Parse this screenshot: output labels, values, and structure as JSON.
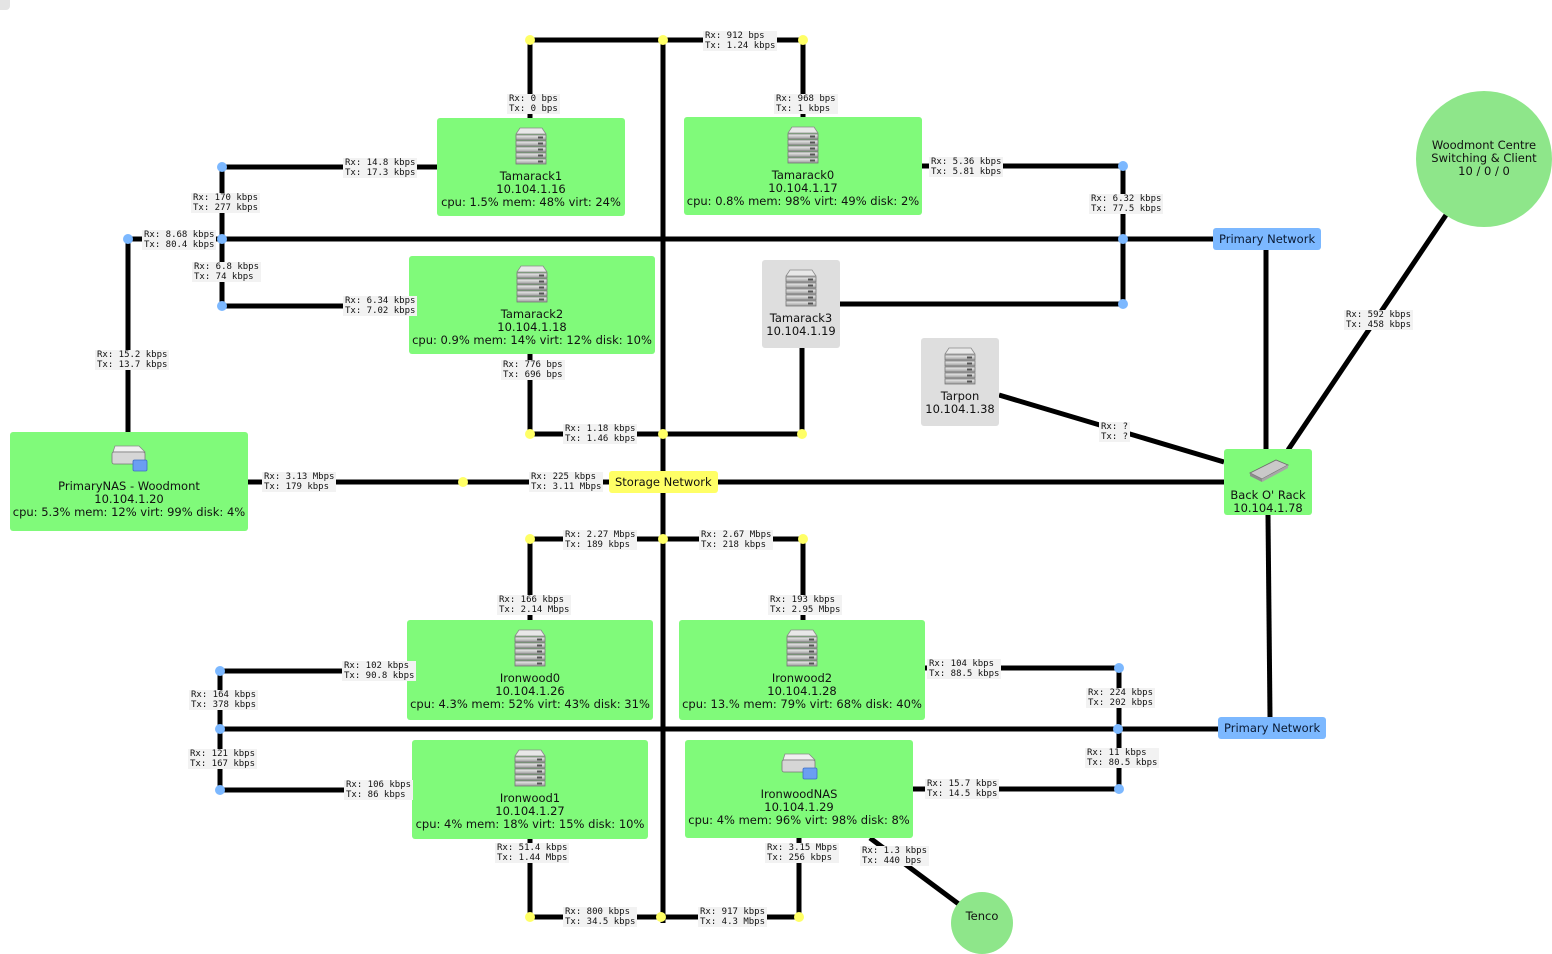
{
  "nodes": [
    {
      "id": "tamarack1",
      "name": "Tamarack1",
      "ip": "10.104.1.16",
      "stats": "cpu: 1.5% mem: 48% virt: 24%",
      "icon": "server-icon",
      "status": "up"
    },
    {
      "id": "tamarack0",
      "name": "Tamarack0",
      "ip": "10.104.1.17",
      "stats": "cpu: 0.8% mem: 98% virt: 49% disk: 2%",
      "icon": "server-icon",
      "status": "up"
    },
    {
      "id": "tamarack2",
      "name": "Tamarack2",
      "ip": "10.104.1.18",
      "stats": "cpu: 0.9% mem: 14% virt: 12% disk: 10%",
      "icon": "server-icon",
      "status": "up"
    },
    {
      "id": "tamarack3",
      "name": "Tamarack3",
      "ip": "10.104.1.19",
      "stats": "",
      "icon": "server-icon",
      "status": "unknown"
    },
    {
      "id": "tarpon",
      "name": "Tarpon",
      "ip": "10.104.1.38",
      "stats": "",
      "icon": "server-icon",
      "status": "unknown"
    },
    {
      "id": "primarynas",
      "name": "PrimaryNAS - Woodmont",
      "ip": "10.104.1.20",
      "stats": "cpu: 5.3% mem: 12% virt: 99% disk: 4%",
      "icon": "nas-icon",
      "status": "up"
    },
    {
      "id": "backorack",
      "name": "Back O' Rack",
      "ip": "10.104.1.78",
      "stats": "",
      "icon": "switch-icon",
      "status": "up"
    },
    {
      "id": "ironwood0",
      "name": "Ironwood0",
      "ip": "10.104.1.26",
      "stats": "cpu: 4.3% mem: 52% virt: 43% disk: 31%",
      "icon": "server-icon",
      "status": "up"
    },
    {
      "id": "ironwood2",
      "name": "Ironwood2",
      "ip": "10.104.1.28",
      "stats": "cpu: 13.% mem: 79% virt: 68% disk: 40%",
      "icon": "server-icon",
      "status": "up"
    },
    {
      "id": "ironwood1",
      "name": "Ironwood1",
      "ip": "10.104.1.27",
      "stats": "cpu: 4% mem: 18% virt: 15% disk: 10%",
      "icon": "server-icon",
      "status": "up"
    },
    {
      "id": "ironwoodnas",
      "name": "IronwoodNAS",
      "ip": "10.104.1.29",
      "stats": "cpu: 4% mem: 96% virt: 98% disk: 8%",
      "icon": "nas-icon",
      "status": "up"
    }
  ],
  "networks": [
    {
      "id": "primary-top",
      "label": "Primary Network",
      "kind": "primary"
    },
    {
      "id": "storage",
      "label": "Storage Network",
      "kind": "storage"
    },
    {
      "id": "primary-bottom",
      "label": "Primary Network",
      "kind": "primary"
    }
  ],
  "groups": [
    {
      "id": "woodmont",
      "lines": [
        "Woodmont Centre",
        "Switching & Client",
        "10 / 0 / 0"
      ]
    },
    {
      "id": "tenco",
      "lines": [
        "Tenco"
      ]
    }
  ],
  "link_labels": [
    {
      "id": "l01",
      "rx": "Rx: 912 bps",
      "tx": "Tx: 1.24 kbps"
    },
    {
      "id": "l02",
      "rx": "Rx: 0 bps",
      "tx": "Tx: 0 bps"
    },
    {
      "id": "l03",
      "rx": "Rx: 968 bps",
      "tx": "Tx: 1 kbps"
    },
    {
      "id": "l04",
      "rx": "Rx: 14.8 kbps",
      "tx": "Tx: 17.3 kbps"
    },
    {
      "id": "l05",
      "rx": "Rx: 5.36 kbps",
      "tx": "Tx: 5.81 kbps"
    },
    {
      "id": "l06",
      "rx": "Rx: 170 kbps",
      "tx": "Tx: 277 kbps"
    },
    {
      "id": "l07",
      "rx": "Rx: 6.32 kbps",
      "tx": "Tx: 77.5 kbps"
    },
    {
      "id": "l08",
      "rx": "Rx: 8.68 kbps",
      "tx": "Tx: 80.4 kbps"
    },
    {
      "id": "l09",
      "rx": "Rx: 6.8 kbps",
      "tx": "Tx: 74 kbps"
    },
    {
      "id": "l10",
      "rx": "Rx: 6.34 kbps",
      "tx": "Tx: 7.02 kbps"
    },
    {
      "id": "l11",
      "rx": "Rx: 592 kbps",
      "tx": "Tx: 458 kbps"
    },
    {
      "id": "l12",
      "rx": "Rx: 15.2 kbps",
      "tx": "Tx: 13.7 kbps"
    },
    {
      "id": "l13",
      "rx": "Rx: 776 bps",
      "tx": "Tx: 696 bps"
    },
    {
      "id": "l14",
      "rx": "Rx: ?",
      "tx": "Tx: ?"
    },
    {
      "id": "l15",
      "rx": "Rx: 1.18 kbps",
      "tx": "Tx: 1.46 kbps"
    },
    {
      "id": "l16",
      "rx": "Rx: 3.13 Mbps",
      "tx": "Tx: 179 kbps"
    },
    {
      "id": "l17",
      "rx": "Rx: 225 kbps",
      "tx": "Tx: 3.11 Mbps"
    },
    {
      "id": "l18",
      "rx": "Rx: 2.27 Mbps",
      "tx": "Tx: 189 kbps"
    },
    {
      "id": "l19",
      "rx": "Rx: 2.67 Mbps",
      "tx": "Tx: 218 kbps"
    },
    {
      "id": "l20",
      "rx": "Rx: 166 kbps",
      "tx": "Tx: 2.14 Mbps"
    },
    {
      "id": "l21",
      "rx": "Rx: 193 kbps",
      "tx": "Tx: 2.95 Mbps"
    },
    {
      "id": "l22",
      "rx": "Rx: 102 kbps",
      "tx": "Tx: 90.8 kbps"
    },
    {
      "id": "l23",
      "rx": "Rx: 104 kbps",
      "tx": "Tx: 88.5 kbps"
    },
    {
      "id": "l24",
      "rx": "Rx: 164 kbps",
      "tx": "Tx: 378 kbps"
    },
    {
      "id": "l25",
      "rx": "Rx: 224 kbps",
      "tx": "Tx: 202 kbps"
    },
    {
      "id": "l26",
      "rx": "Rx: 121 kbps",
      "tx": "Tx: 167 kbps"
    },
    {
      "id": "l27",
      "rx": "Rx: 11 kbps",
      "tx": "Tx: 80.5 kbps"
    },
    {
      "id": "l28",
      "rx": "Rx: 106 kbps",
      "tx": "Tx: 86 kbps"
    },
    {
      "id": "l29",
      "rx": "Rx: 15.7 kbps",
      "tx": "Tx: 14.5 kbps"
    },
    {
      "id": "l30",
      "rx": "Rx: 51.4 kbps",
      "tx": "Tx: 1.44 Mbps"
    },
    {
      "id": "l31",
      "rx": "Rx: 3.15 Mbps",
      "tx": "Tx: 256 kbps"
    },
    {
      "id": "l32",
      "rx": "Rx: 1.3 kbps",
      "tx": "Tx: 440 bps"
    },
    {
      "id": "l33",
      "rx": "Rx: 800 kbps",
      "tx": "Tx: 34.5 kbps"
    },
    {
      "id": "l34",
      "rx": "Rx: 917 kbps",
      "tx": "Tx: 4.3 Mbps"
    }
  ],
  "colors": {
    "node_up": "#80fa7a",
    "node_unknown": "#dedede",
    "primary": "#7cb8ff",
    "storage": "#ffff66",
    "group": "#8ee68a",
    "link": "#000000",
    "label_bg": "#f2f2f2"
  }
}
